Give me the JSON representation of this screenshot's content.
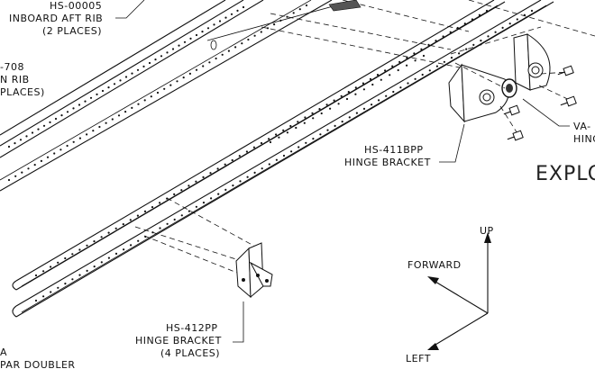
{
  "title": "EXPLO",
  "labels": {
    "inboard_aft_rib": [
      "HS-00005",
      "INBOARD AFT RIB",
      "(2 PLACES)"
    ],
    "left_rib": [
      "-708",
      "N RIB",
      "PLACES)"
    ],
    "hinge_bracket_bpp": [
      "HS-411BPP",
      "HINGE BRACKET"
    ],
    "hinge_va": [
      "VA-",
      "HING"
    ],
    "hinge_bracket_pp": [
      "HS-412PP",
      "HINGE BRACKET",
      "(4 PLACES)"
    ],
    "spar_doubler": [
      "A",
      "PAR DOUBLER"
    ]
  },
  "axes": {
    "up": "UP",
    "forward": "FORWARD",
    "left": "LEFT"
  }
}
